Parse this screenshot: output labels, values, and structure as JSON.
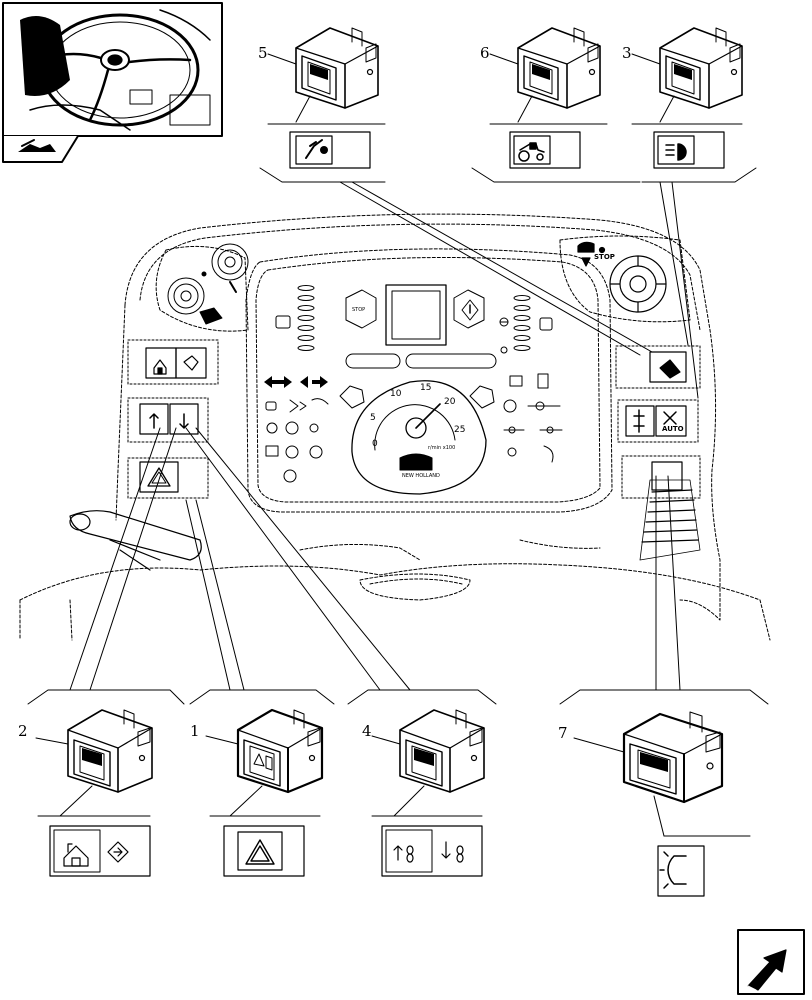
{
  "callouts": {
    "c1": "1",
    "c2": "2",
    "c3": "3",
    "c4": "4",
    "c5": "5",
    "c6": "6",
    "c7": "7"
  },
  "dashboard": {
    "stop_label": "STOP",
    "auto_label": "AUTO",
    "stop_button_label": "STOP",
    "brand_label": "NEW HOLLAND",
    "rpm_unit": "r/min x100",
    "tach_marks": [
      "0",
      "5",
      "10",
      "15",
      "20",
      "25"
    ]
  },
  "icons": {
    "thumbnail": "tractor-steering-wheel-thumbnail",
    "nav_next": "arrow-next-icon",
    "nav_prev": "arrow-back-icon",
    "hazard": "hazard-triangle-icon",
    "work_light": "work-light-icon",
    "tractor": "tractor-icon",
    "hitch": "hitch-arm-icon",
    "home": "home-position-icon",
    "transfer": "transfer-arrow-icon",
    "raise": "raise-arrow-icon",
    "lower": "lower-arrow-icon",
    "beacon": "beacon-light-icon"
  }
}
